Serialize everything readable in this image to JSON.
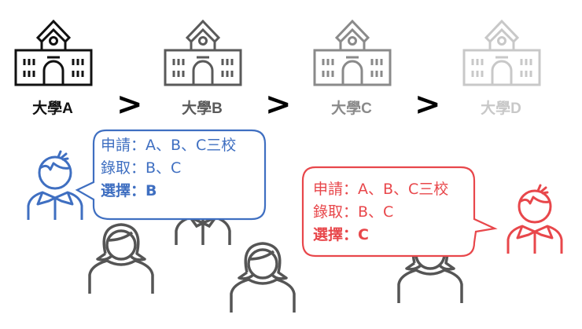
{
  "universities": [
    {
      "label": "大學A",
      "color": "#111111"
    },
    {
      "label": "大學B",
      "color": "#5a5a5a"
    },
    {
      "label": "大學C",
      "color": "#8a8a8a"
    },
    {
      "label": "大學D",
      "color": "#c8c8c8"
    }
  ],
  "arrows": [
    ">",
    ">",
    ">"
  ],
  "left_bubble": {
    "color": "#3f6fc1",
    "line1": "申請：A、B、C三校",
    "line2": "錄取：B、C",
    "line3": "選擇：B"
  },
  "right_bubble": {
    "color": "#e8474b",
    "line1": "申請：A、B、C三校",
    "line2": "錄取：B、C",
    "line3": "選擇：C"
  },
  "people_color": "#555555"
}
